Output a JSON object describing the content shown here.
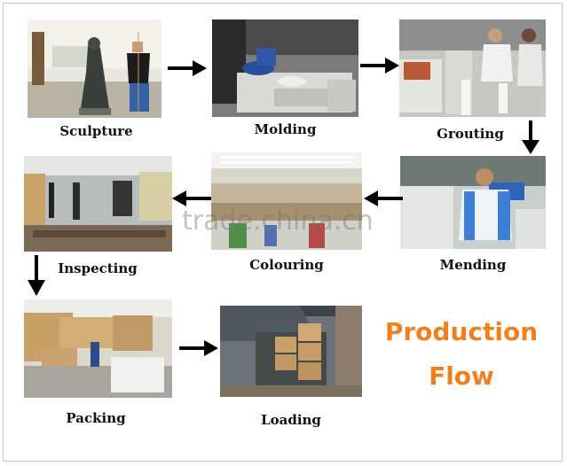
{
  "steps": {
    "sculpture": "Sculpture",
    "molding": "Molding",
    "grouting": "Grouting",
    "mending": "Mending",
    "colouring": "Colouring",
    "inspecting": "Inspecting",
    "packing": "Packing",
    "loading": "Loading"
  },
  "title": {
    "line1": "Production",
    "line2": "Flow"
  },
  "watermark": "trade.china.cn",
  "colors": {
    "title": "#f0801e",
    "arrow": "#000000"
  },
  "arrow_icons": [
    "arrow-right-icon",
    "arrow-down-icon",
    "arrow-left-icon"
  ]
}
